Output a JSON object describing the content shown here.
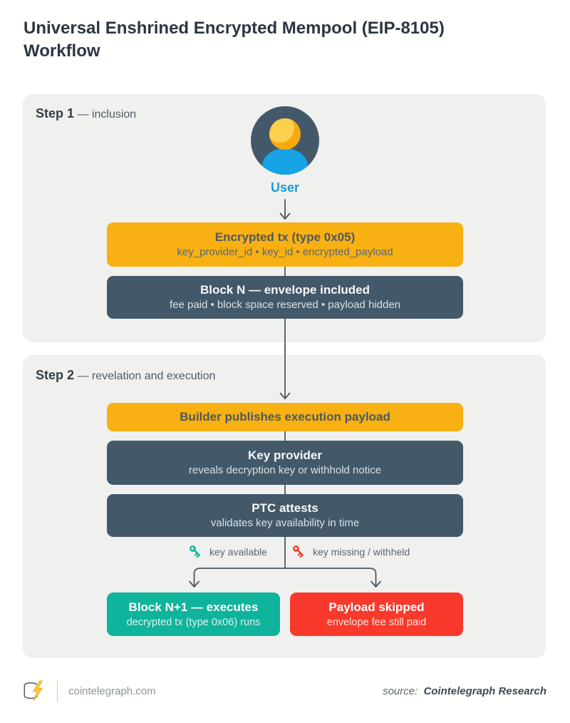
{
  "title": "Universal Enshrined Encrypted Mempool (EIP-8105) Workflow",
  "colors": {
    "ink": "#2b3642",
    "panel": "#f0f1ef",
    "orange": "#f8b012",
    "slate": "#43596a",
    "teal": "#10b39c",
    "red": "#f8392b",
    "blue": "#1b9bd8",
    "line": "#4a5862"
  },
  "step1": {
    "label": "Step 1",
    "sublabel": "— inclusion",
    "actor": "User",
    "actor_icon": "user-avatar-icon",
    "boxes": [
      {
        "title": "Encrypted tx (type 0x05)",
        "subtitle": "key_provider_id • key_id • encrypted_payload",
        "style": "orange"
      },
      {
        "title": "Block N — envelope included",
        "subtitle": "fee paid • block space reserved • payload hidden",
        "style": "dark"
      }
    ]
  },
  "step2": {
    "label": "Step 2",
    "sublabel": "— revelation and execution",
    "boxes": [
      {
        "title": "Builder publishes execution payload",
        "style": "orange"
      },
      {
        "title": "Key provider",
        "subtitle": "reveals decryption key or withhold notice",
        "style": "dark"
      },
      {
        "title": "PTC attests",
        "subtitle": "validates key availability in time",
        "style": "dark"
      }
    ],
    "branches": {
      "left_label": "key available",
      "left_icon": "key-icon",
      "left_icon_color": "#10b39c",
      "right_label": "key missing / withheld",
      "right_icon": "key-icon",
      "right_icon_color": "#f8392b",
      "left_box": {
        "title": "Block N+1 — executes",
        "subtitle": "decrypted tx (type 0x06) runs",
        "style": "teal"
      },
      "right_box": {
        "title": "Payload skipped",
        "subtitle": "envelope fee still paid",
        "style": "red"
      }
    }
  },
  "footer": {
    "logo_icon": "cointelegraph-coin-lightning-logo",
    "site": "cointelegraph.com",
    "source_prefix": "source:",
    "source_name": "Cointelegraph Research"
  }
}
